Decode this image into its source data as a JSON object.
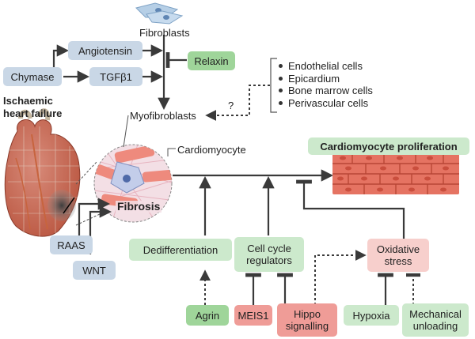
{
  "nodes": {
    "fibroblasts": "Fibroblasts",
    "angiotensin": "Angiotensin",
    "chymase": "Chymase",
    "tgfb1": "TGFβ1",
    "relaxin": "Relaxin",
    "myofibroblasts": "Myofibroblasts",
    "question_mark": "?",
    "sources": [
      "Endothelial cells",
      "Epicardium",
      "Bone marrow cells",
      "Perivascular cells"
    ],
    "ischaemic_heart_failure": "Ischaemic heart failure",
    "cardiomyocyte": "Cardiomyocyte",
    "fibrosis": "Fibrosis",
    "cardiomyocyte_proliferation": "Cardiomyocyte proliferation",
    "raas": "RAAS",
    "wnt": "WNT",
    "dedifferentiation": "Dedifferentiation",
    "cell_cycle_regulators": "Cell cycle regulators",
    "oxidative_stress": "Oxidative stress",
    "agrin": "Agrin",
    "meis1": "MEIS1",
    "hippo_signalling": "Hippo signalling",
    "hypoxia": "Hypoxia",
    "mechanical_unloading": "Mechanical unloading"
  },
  "colors": {
    "blue_box": "#c9d7e6",
    "green_box": "#cce9cc",
    "dark_green_box": "#9fd59a",
    "pink_box": "#f7cfcc",
    "red_box": "#ef9c97",
    "arrow": "#3a3a3a",
    "muscle": "#e57362"
  }
}
